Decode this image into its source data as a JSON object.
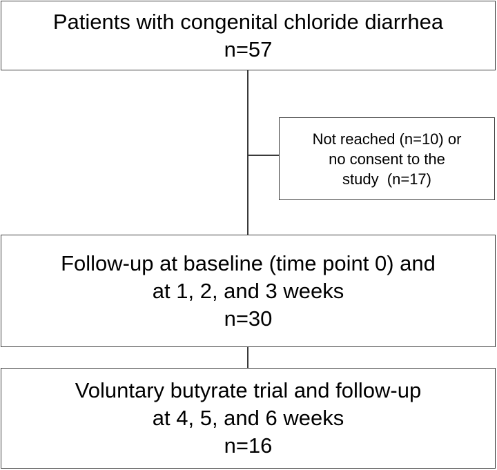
{
  "flowchart": {
    "top_box": {
      "lines": [
        "Patients with congenital chloride diarrhea",
        "n=57"
      ]
    },
    "excluded_box": {
      "lines": [
        "Not reached (n=10) or",
        "no consent to the",
        "study  (n=17)"
      ]
    },
    "followup_box": {
      "lines": [
        "Follow-up at baseline (time point 0) and",
        "at 1, 2, and 3 weeks",
        "n=30"
      ]
    },
    "butyrate_box": {
      "lines": [
        "Voluntary butyrate trial and follow-up",
        "at 4, 5, and 6 weeks",
        "n=16"
      ]
    }
  }
}
